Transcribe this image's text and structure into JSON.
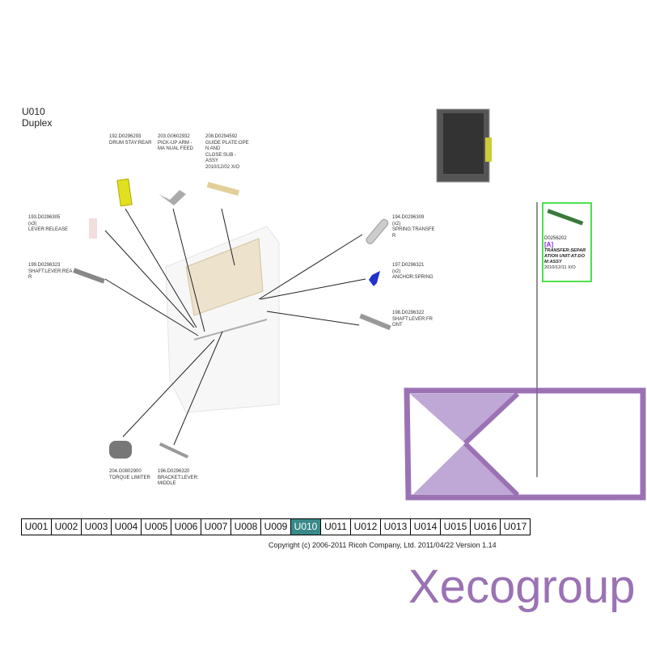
{
  "page": {
    "code": "U010",
    "name": "Duplex"
  },
  "parts": [
    {
      "ref": "192.D0296293",
      "qty": "",
      "name": "DRUM STAY:REAR",
      "note": ""
    },
    {
      "ref": "203.G0602932",
      "qty": "",
      "name": "PICK-UP ARM - MA NUAL FEED",
      "note": ""
    },
    {
      "ref": "208.D0294592",
      "qty": "",
      "name": "GUIDE PLATE:OPE N AND CLOSE:SUB -ASSY",
      "note": "2010/12/02 X/O"
    },
    {
      "ref": "193.D0296305",
      "qty": "(x3)",
      "name": "LEVER:RELEASE",
      "note": ""
    },
    {
      "ref": "199.D0296323",
      "qty": "",
      "name": "SHAFT:LEVER:REA R",
      "note": ""
    },
    {
      "ref": "194.D0296309",
      "qty": "(x2)",
      "name": "SPRING:TRANSFE R",
      "note": ""
    },
    {
      "ref": "197.D0296321",
      "qty": "(x2)",
      "name": "ANCHOR:SPRING",
      "note": ""
    },
    {
      "ref": "198.D0296322",
      "qty": "",
      "name": "SHAFT:LEVER:FR ONT",
      "note": ""
    },
    {
      "ref": "204.G0802900",
      "qty": "",
      "name": "TORQUE LIMITER",
      "note": ""
    },
    {
      "ref": "196.D0296320",
      "qty": "",
      "name": "BRACKET:LEVER: MIDDLE",
      "note": ""
    }
  ],
  "assembly": {
    "ref": "D0256202",
    "tag": "[A]",
    "name": "TRANSFER:SEPAR ATION UNIT:AT:DO M:ASSY",
    "note": "2010/12/11 X/O"
  },
  "tabs": [
    "U001",
    "U002",
    "U003",
    "U004",
    "U005",
    "U006",
    "U007",
    "U008",
    "U009",
    "U010",
    "U011",
    "U012",
    "U013",
    "U014",
    "U015",
    "U016",
    "U017"
  ],
  "active_tab": "U010",
  "copyright": "Copyright (c) 2006-2011 Ricoh Company, Ltd.    2011/04/22 Version 1.14",
  "watermark": "Xecogroup",
  "colors": {
    "active_tab": "#3a8a8a",
    "highlight_border": "#4ce04c",
    "watermark": "#8a5aa8"
  }
}
